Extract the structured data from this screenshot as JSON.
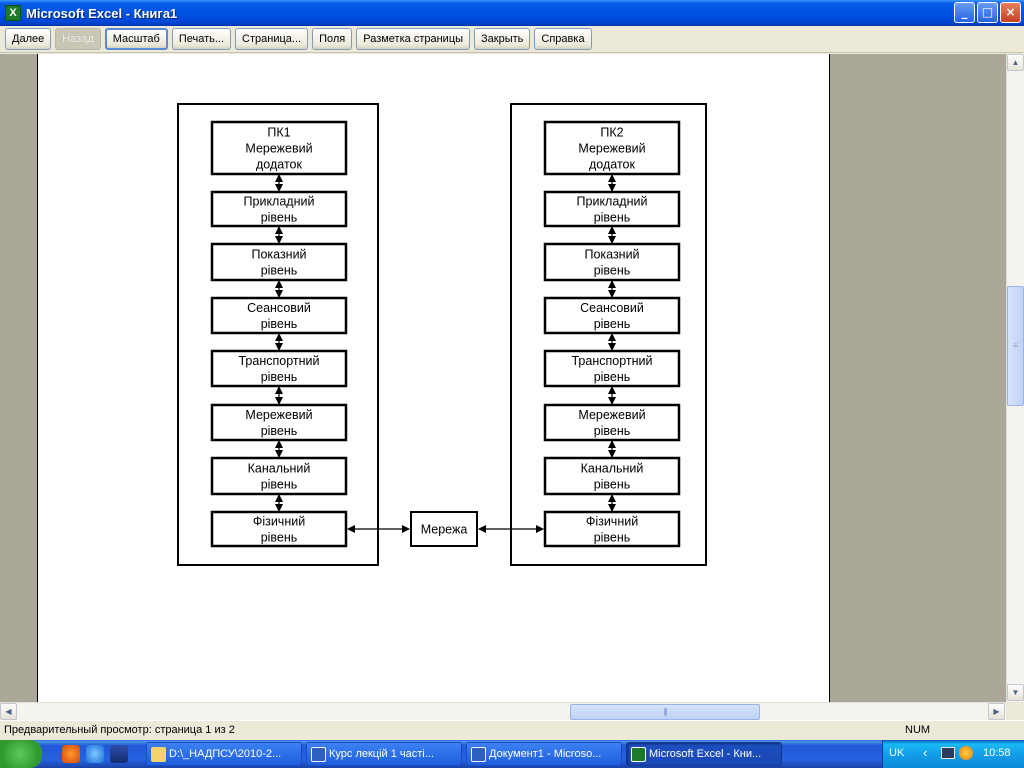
{
  "window": {
    "title": "Microsoft Excel - Книга1",
    "app_icon_glyph": "X",
    "controls": {
      "minimize": "_",
      "maximize": "□",
      "close": "×"
    }
  },
  "toolbar": {
    "buttons": [
      {
        "label": "Далее",
        "state": "enabled"
      },
      {
        "label": "Назад",
        "state": "disabled"
      },
      {
        "label": "Масштаб",
        "state": "focused"
      },
      {
        "label": "Печать...",
        "state": "enabled"
      },
      {
        "label": "Страница...",
        "state": "enabled"
      },
      {
        "label": "Поля",
        "state": "enabled"
      },
      {
        "label": "Разметка страницы",
        "state": "enabled"
      },
      {
        "label": "Закрыть",
        "state": "enabled"
      },
      {
        "label": "Справка",
        "state": "enabled"
      }
    ]
  },
  "diagram": {
    "stacks": [
      {
        "id": "pc1",
        "layers": [
          [
            "ПК1",
            "Мережевий",
            "додаток"
          ],
          [
            "Прикладний",
            "рівень"
          ],
          [
            "Показний",
            "рівень"
          ],
          [
            "Сеансовий",
            "рівень"
          ],
          [
            "Транспортний",
            "рівень"
          ],
          [
            "Мережевий",
            "рівень"
          ],
          [
            "Канальний",
            "рівень"
          ],
          [
            "Фізичний",
            "рівень"
          ]
        ]
      },
      {
        "id": "pc2",
        "layers": [
          [
            "ПК2",
            "Мережевий",
            "додаток"
          ],
          [
            "Прикладний",
            "рівень"
          ],
          [
            "Показний",
            "рівень"
          ],
          [
            "Сеансовий",
            "рівень"
          ],
          [
            "Транспортний",
            "рівень"
          ],
          [
            "Мережевий",
            "рівень"
          ],
          [
            "Канальний",
            "рівень"
          ],
          [
            "Фізичний",
            "рівень"
          ]
        ]
      }
    ],
    "network_label": "Мережа"
  },
  "status": {
    "text": "Предварительный просмотр: страница 1 из 2",
    "num": "NUM"
  },
  "taskbar": {
    "items": [
      {
        "label": "D:\\_НАДПСУ\\2010-2...",
        "icon_color": "#f5d36b",
        "active": false
      },
      {
        "label": "Курс лекцій 1 часті...",
        "icon_color": "#2d5fbf",
        "active": false
      },
      {
        "label": "Документ1 - Microso...",
        "icon_color": "#2d5fbf",
        "active": false
      },
      {
        "label": "Microsoft Excel - Кни...",
        "icon_color": "#1d7a2a",
        "active": true
      }
    ],
    "lang": "UK",
    "clock": "10:58"
  },
  "colors": {
    "titlebar": "#0055e5",
    "taskbar": "#2663e0",
    "tray": "#129ee8",
    "preview_bg": "#aca899"
  }
}
